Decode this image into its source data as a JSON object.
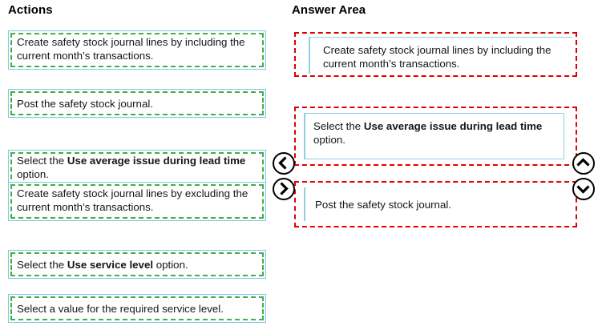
{
  "headings": {
    "actions": "Actions",
    "answer_area": "Answer Area"
  },
  "colors": {
    "tile_border": "#7ec8e3",
    "tile_selection_dash": "#3faf46",
    "answer_slot_dash": "#e00000",
    "answer_card_border": "#8fcfe0",
    "button_outline": "#000000",
    "text": "#151515"
  },
  "actions": {
    "items": [
      {
        "id": "create-include",
        "text_before": "Create safety stock journal lines by including the current month’s transactions.",
        "bold": "",
        "text_after": ""
      },
      {
        "id": "post-journal",
        "text_before": "Post the safety stock journal.",
        "bold": "",
        "text_after": ""
      },
      {
        "id": "use-average-issue",
        "text_before": "Select the ",
        "bold": "Use average issue during lead time",
        "text_after": " option."
      },
      {
        "id": "create-exclude",
        "text_before": "Create safety stock journal lines by excluding the current month’s transactions.",
        "bold": "",
        "text_after": ""
      },
      {
        "id": "use-service-level",
        "text_before": "Select the ",
        "bold": "Use service level",
        "text_after": " option."
      },
      {
        "id": "select-value",
        "text_before": "Select a value for the required service level.",
        "bold": "",
        "text_after": ""
      }
    ]
  },
  "answer_area": {
    "slots": [
      {
        "id": "slot-1",
        "text_before": "Create safety stock journal lines by including the current month’s transactions.",
        "bold": "",
        "text_after": ""
      },
      {
        "id": "slot-2",
        "text_before": "Select the ",
        "bold": "Use average issue during lead time",
        "text_after": " option."
      },
      {
        "id": "slot-3",
        "text_before": "Post the safety stock journal.",
        "bold": "",
        "text_after": ""
      }
    ]
  },
  "buttons": {
    "move_left": "move-left-icon",
    "move_right": "move-right-icon",
    "move_up": "move-up-icon",
    "move_down": "move-down-icon"
  }
}
